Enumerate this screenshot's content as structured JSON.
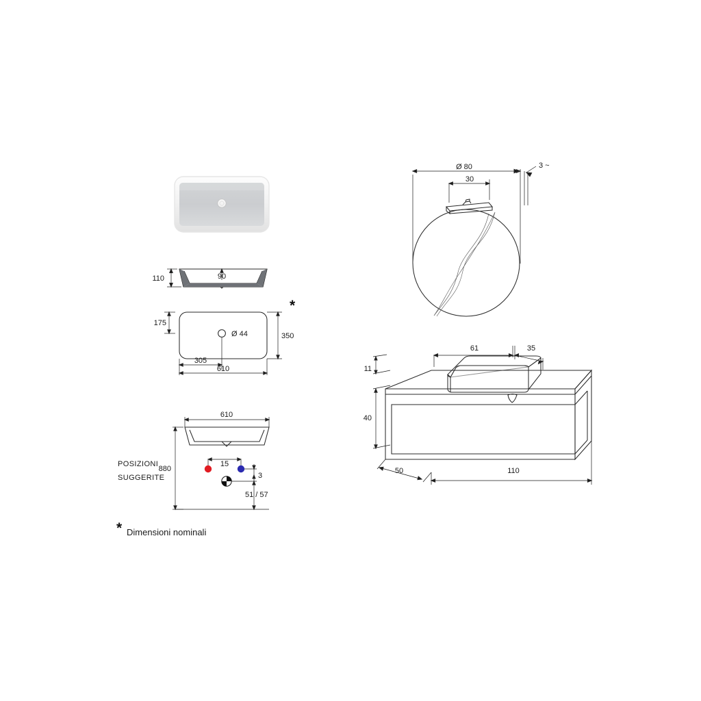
{
  "drawing": {
    "title_note": "Dimensioni nominali",
    "asterisk": "*",
    "suggested_label_line1": "POSIZIONI",
    "suggested_label_line2": "SUGGERITE",
    "colors": {
      "hot_marker": "#e11b22",
      "cold_marker": "#2b2bb0",
      "line": "#1a1a1a",
      "basin_fill": "#ffffff",
      "section_hatch": "#6f7277"
    }
  },
  "basin_render": {
    "name": "rectangular-countertop-basin-photo",
    "drain_label": ""
  },
  "basin_section": {
    "dims": [
      {
        "name": "overall-height",
        "value": "110"
      },
      {
        "name": "inner-depth",
        "value": "90"
      }
    ]
  },
  "basin_plan": {
    "dims": [
      {
        "name": "drain-offset-from-rear",
        "value": "175"
      },
      {
        "name": "overall-depth",
        "value": "350"
      },
      {
        "name": "drain-offset-from-left",
        "value": "305"
      },
      {
        "name": "overall-width",
        "value": "610"
      },
      {
        "name": "drain-diameter",
        "value": "Ø 44"
      }
    ],
    "asterisk": "*"
  },
  "installation_view": {
    "dims": [
      {
        "name": "basin-width",
        "value": "610"
      },
      {
        "name": "finished-floor-to-basin-rim",
        "value": "880"
      },
      {
        "name": "hot-cold-spacing",
        "value": "15"
      },
      {
        "name": "waste-offset",
        "value": "3"
      },
      {
        "name": "waste-height",
        "value": "51 / 57"
      }
    ],
    "markers": [
      {
        "name": "hot-water-supply-marker",
        "color": "#e11b22"
      },
      {
        "name": "cold-water-supply-marker",
        "color": "#2b2bb0"
      },
      {
        "name": "waste-outlet-marker",
        "color": "#000000"
      }
    ]
  },
  "mirror_view": {
    "dims": [
      {
        "name": "mirror-diameter",
        "value": "Ø 80"
      },
      {
        "name": "lamp-width",
        "value": "30"
      },
      {
        "name": "mirror-thickness",
        "value": "3 ~"
      }
    ]
  },
  "vanity_view": {
    "dims": [
      {
        "name": "basin-width",
        "value": "61"
      },
      {
        "name": "basin-depth",
        "value": "35"
      },
      {
        "name": "basin-height",
        "value": "11"
      },
      {
        "name": "unit-height",
        "value": "40"
      },
      {
        "name": "unit-depth",
        "value": "50"
      },
      {
        "name": "unit-width",
        "value": "110"
      }
    ]
  }
}
